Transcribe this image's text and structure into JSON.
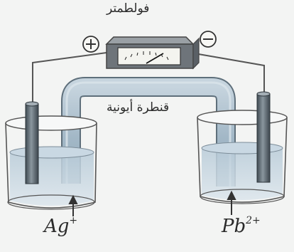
{
  "labels": {
    "voltmeter": "فولطمتر",
    "salt_bridge": "قنطرة أيونية",
    "left_ion": {
      "base": "Ag",
      "charge": "+"
    },
    "right_ion": {
      "base": "Pb",
      "charge": "2+"
    },
    "positive_sign": "+",
    "negative_sign": "−"
  },
  "colors": {
    "background": "#f3f4f3",
    "solution": "#c9d8e3",
    "bridge": "#a9bfcd",
    "electrode": "#5a6670",
    "wire": "#555555",
    "meter_body": "#6e747a"
  }
}
